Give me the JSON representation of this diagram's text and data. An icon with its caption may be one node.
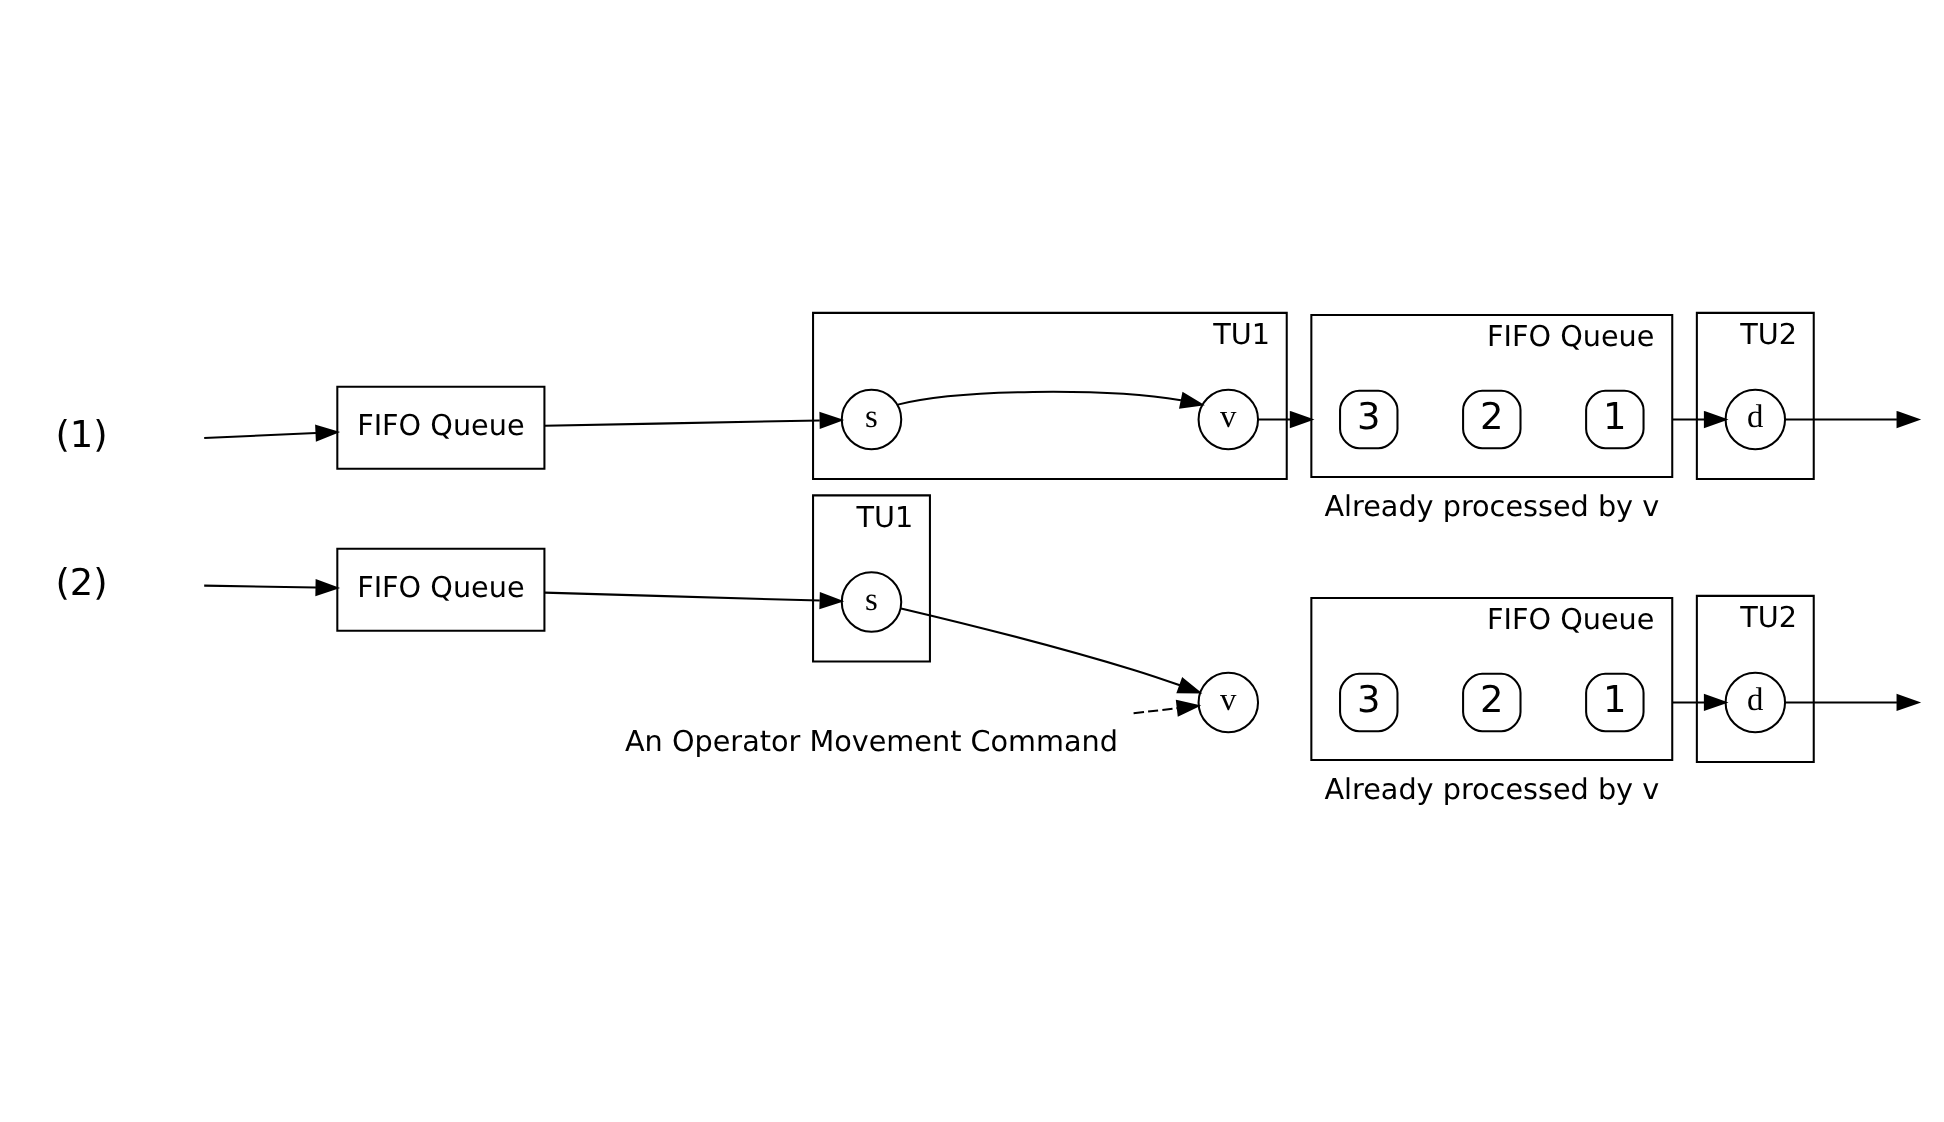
{
  "diagram": {
    "nodes": [
      {
        "text": [
          "FIFO Queue"
        ]
      },
      {
        "text": [
          "TU1"
        ]
      },
      {
        "text": [
          "s"
        ],
        "in": 1
      },
      {
        "text": [
          "v"
        ],
        "in": 1
      },
      {
        "text": [
          "FIFO Queue"
        ],
        "beside": [
          "Already processed by v"
        ]
      },
      {
        "text": [
          "3"
        ],
        "in": 4
      },
      {
        "text": [
          "2"
        ],
        "in": 4
      },
      {
        "text": [
          "1"
        ],
        "in": 4
      },
      {
        "text": [
          "TU2"
        ]
      },
      {
        "text": [
          "d"
        ],
        "in": 8
      },
      {
        "text": [
          "FIFO Queue"
        ]
      },
      {
        "text": [
          "TU1"
        ]
      },
      {
        "text": [
          "s"
        ],
        "in": 11
      },
      {
        "text": [
          "v"
        ]
      },
      {
        "text": [
          "FIFO Queue"
        ],
        "beside": [
          "Already processed by v"
        ]
      },
      {
        "text": [
          "3"
        ],
        "in": 14
      },
      {
        "text": [
          "2"
        ],
        "in": 14
      },
      {
        "text": [
          "1"
        ],
        "in": 14
      },
      {
        "text": [
          "TU2"
        ]
      },
      {
        "text": [
          "d"
        ],
        "in": 18
      },
      {
        "text": [
          "An Operator Movement Command"
        ]
      }
    ],
    "edges": [
      {
        "from": null,
        "to": 0,
        "arrow": "to"
      },
      {
        "from": 0,
        "to": 2,
        "arrow": "to"
      },
      {
        "from": 2,
        "to": 3,
        "arrow": "to"
      },
      {
        "from": 3,
        "to": 4,
        "arrow": "to"
      },
      {
        "from": 4,
        "to": 9,
        "arrow": "to"
      },
      {
        "from": 9,
        "to": null,
        "arrow": "to"
      },
      {
        "from": null,
        "to": 10,
        "arrow": "to"
      },
      {
        "from": 10,
        "to": 12,
        "arrow": "to"
      },
      {
        "from": 12,
        "to": 13,
        "arrow": "to"
      },
      {
        "from": 14,
        "to": 19,
        "arrow": "to"
      },
      {
        "from": 19,
        "to": null,
        "arrow": "to"
      },
      {
        "from": 20,
        "to": 13,
        "arrow": "to",
        "style": "dashed"
      }
    ],
    "labels": [
      "(1)",
      "(2)"
    ]
  }
}
